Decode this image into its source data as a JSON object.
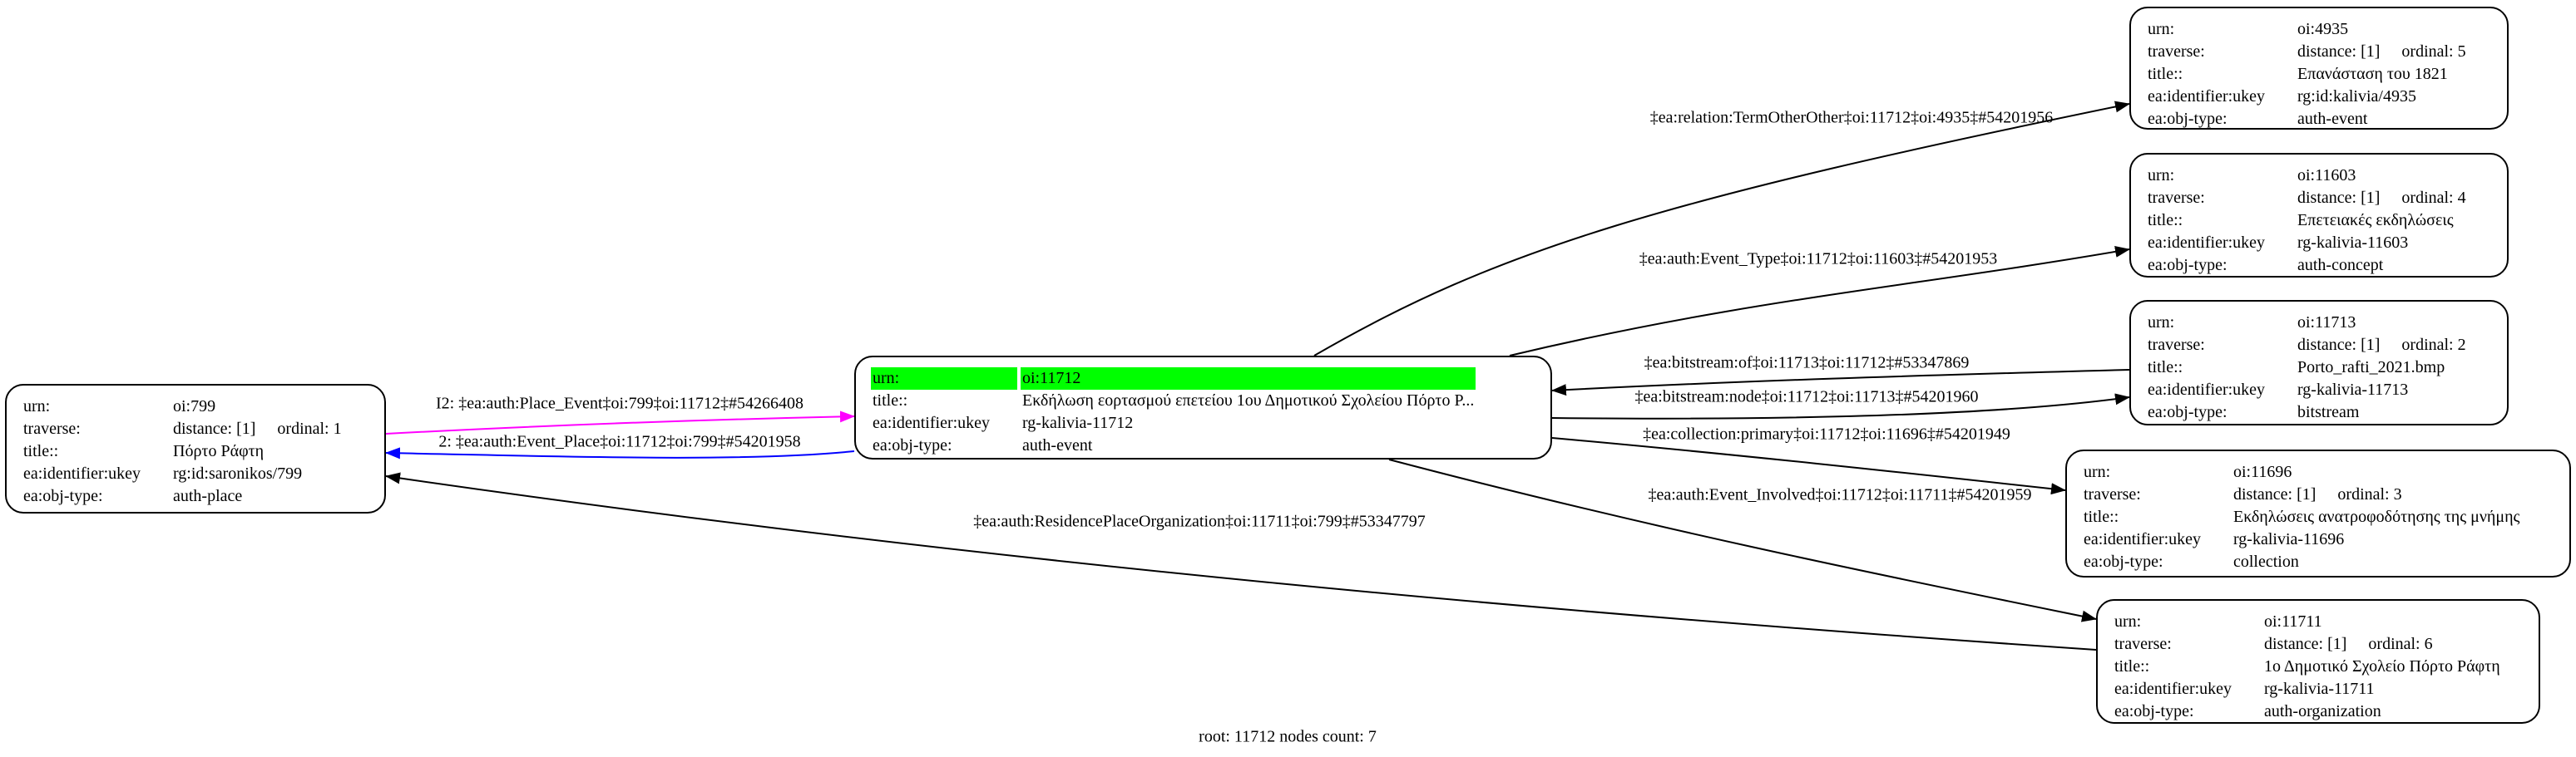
{
  "field_labels": {
    "urn": "urn:",
    "traverse": "traverse:",
    "title": "title::",
    "ukey": "ea:identifier:ukey",
    "obj_type": "ea:obj-type:"
  },
  "nodes": [
    {
      "urn": "oi:799",
      "distance": "distance: [1]",
      "ordinal": "ordinal: 1",
      "title": "Πόρτο Ράφτη",
      "ukey": "rg:id:saronikos/799",
      "obj_type": "auth-place"
    },
    {
      "urn": "oi:11712",
      "title": "Εκδήλωση εορτασμού επετείου 1ου Δημοτικού Σχολείου Πόρτο Ρ...",
      "ukey": "rg-kalivia-11712",
      "obj_type": "auth-event",
      "root": true
    },
    {
      "urn": "oi:4935",
      "distance": "distance: [1]",
      "ordinal": "ordinal: 5",
      "title": "Επανάσταση του 1821",
      "ukey": "rg:id:kalivia/4935",
      "obj_type": "auth-event"
    },
    {
      "urn": "oi:11603",
      "distance": "distance: [1]",
      "ordinal": "ordinal: 4",
      "title": "Επετειακές εκδηλώσεις",
      "ukey": "rg-kalivia-11603",
      "obj_type": "auth-concept"
    },
    {
      "urn": "oi:11713",
      "distance": "distance: [1]",
      "ordinal": "ordinal: 2",
      "title": "Porto_rafti_2021.bmp",
      "ukey": "rg-kalivia-11713",
      "obj_type": "bitstream"
    },
    {
      "urn": "oi:11696",
      "distance": "distance: [1]",
      "ordinal": "ordinal: 3",
      "title": "Εκδηλώσεις ανατροφοδότησης της μνήμης",
      "ukey": "rg-kalivia-11696",
      "obj_type": "collection"
    },
    {
      "urn": "oi:11711",
      "distance": "distance: [1]",
      "ordinal": "ordinal: 6",
      "title": "1ο Δημοτικό Σχολείο Πόρτο Ράφτη",
      "ukey": "rg-kalivia-11711",
      "obj_type": "auth-organization"
    }
  ],
  "edges": [
    {
      "label": "I2: ‡ea:auth:Place_Event‡oi:799‡oi:11712‡#54266408",
      "color": "#ff00ff"
    },
    {
      "label": "2: ‡ea:auth:Event_Place‡oi:11712‡oi:799‡#54201958",
      "color": "#0000ff"
    },
    {
      "label": "‡ea:relation:TermOtherOther‡oi:11712‡oi:4935‡#54201956",
      "color": "#000000"
    },
    {
      "label": "‡ea:auth:Event_Type‡oi:11712‡oi:11603‡#54201953",
      "color": "#000000"
    },
    {
      "label": "‡ea:bitstream:of‡oi:11713‡oi:11712‡#53347869",
      "color": "#000000"
    },
    {
      "label": "‡ea:bitstream:node‡oi:11712‡oi:11713‡#54201960",
      "color": "#000000"
    },
    {
      "label": "‡ea:collection:primary‡oi:11712‡oi:11696‡#54201949",
      "color": "#000000"
    },
    {
      "label": "‡ea:auth:Event_Involved‡oi:11712‡oi:11711‡#54201959",
      "color": "#000000"
    },
    {
      "label": "‡ea:auth:ResidencePlaceOrganization‡oi:11711‡oi:799‡#53347797",
      "color": "#000000"
    }
  ],
  "highlight_color": "#00ff00",
  "footer": "root: 11712 nodes count: 7"
}
